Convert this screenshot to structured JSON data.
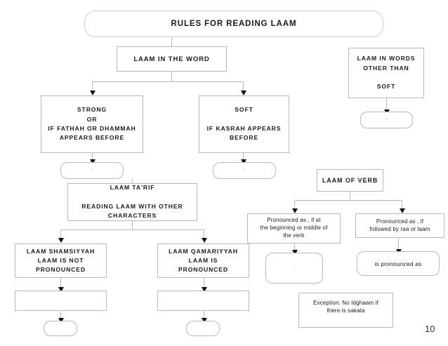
{
  "page": {
    "number": "10",
    "title": "RULES FOR READING LAAM"
  },
  "nodes": {
    "title_banner": {
      "label": "RULES FOR READING LAAM"
    },
    "laam_in_word": {
      "label": "LAAM IN THE WORD"
    },
    "laam_other_than": {
      "line1": "LAAM IN WORDS",
      "line2": "OTHER THAN",
      "line3": "",
      "line4": "SOFT"
    },
    "laam_other_than_result": {
      "label": ""
    },
    "strong": {
      "line1": "STRONG",
      "line2": "OR",
      "line3": "IF FATHAH OR DHAMMAH",
      "line4": "APPEARS BEFORE"
    },
    "strong_result": {
      "label": ""
    },
    "soft": {
      "line1": "SOFT",
      "line2": "",
      "line3": "IF KASRAH APPEARS",
      "line4": "BEFORE"
    },
    "soft_result": {
      "label": ""
    },
    "laam_tarif": {
      "line1": "LAAM TA'RIF",
      "line2": "",
      "line3": "READING LAAM WITH OTHER",
      "line4": "CHARACTERS"
    },
    "laam_shamsiyyah": {
      "line1": "LAAM SHAMSIYYAH",
      "line2": "LAAM IS NOT",
      "line3": "PRONOUNCED"
    },
    "laam_shamsiyyah_example": {
      "label": ""
    },
    "laam_shamsiyyah_result": {
      "label": ""
    },
    "laam_qamariyyah": {
      "line1": "LAAM QAMARIYYAH",
      "line2": "LAAM IS",
      "line3": "PRONOUNCED"
    },
    "laam_qamariyyah_example": {
      "label": ""
    },
    "laam_qamariyyah_result": {
      "label": ""
    },
    "laam_of_verb": {
      "label": "LAAM OF VERB"
    },
    "verb_begin_middle": {
      "line1": "Pronounced as        , if at",
      "line2": "the beginning or middle of",
      "line3": "the verb"
    },
    "verb_begin_middle_result": {
      "label": ""
    },
    "verb_followed_raa_laam": {
      "line1": "Pronounced as        , if",
      "line2": "followed by raa or laam"
    },
    "verb_followed_result": {
      "label": "is pronounced as"
    },
    "exception": {
      "line1": "Exception: No Idghaam if",
      "line2": "there is sakata"
    }
  },
  "colors": {
    "border": "#b9b9b9",
    "text": "#1a1a1a",
    "arrow": "#111111",
    "background": "#ffffff"
  }
}
